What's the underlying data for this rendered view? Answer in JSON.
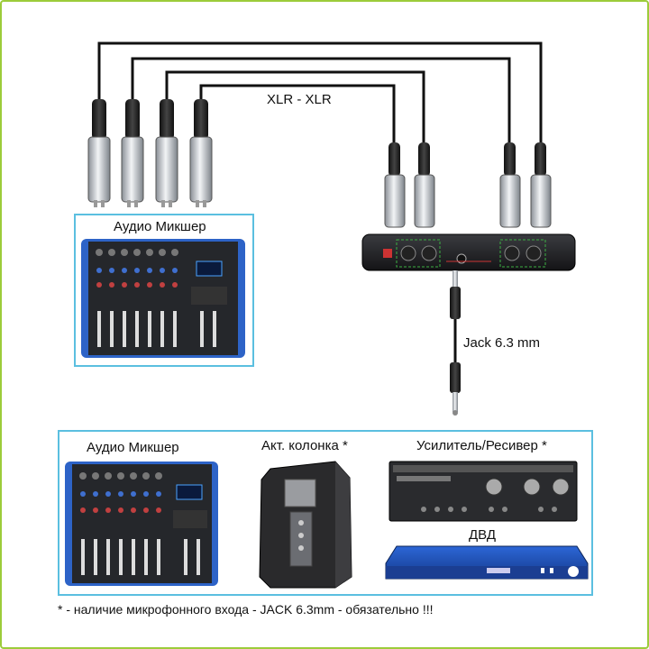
{
  "labels": {
    "cable_xlr": "XLR - XLR",
    "mixer_top": "Аудио Микшер",
    "jack": "Jack 6.3 mm",
    "mixer_bottom": "Аудио Микшер",
    "speaker": "Акт. колонка *",
    "amplifier": "Усилитель/Ресивер *",
    "dvd": "ДВД",
    "footnote": "* - наличие микрофонного входа - JACK 6.3mm - обязательно !!!"
  },
  "colors": {
    "border": "#9ccc3a",
    "box_outline": "#5bbfe0",
    "highlight": "#3cb043",
    "device_dark": "#1f1f22",
    "dvd_blue": "#1e4fb4"
  },
  "icons": [
    "xlr-male-plug-icon",
    "xlr-female-plug-icon",
    "jack-plug-icon",
    "mixer-icon",
    "speaker-icon",
    "amplifier-icon",
    "dvd-player-icon",
    "receiver-unit-icon"
  ]
}
